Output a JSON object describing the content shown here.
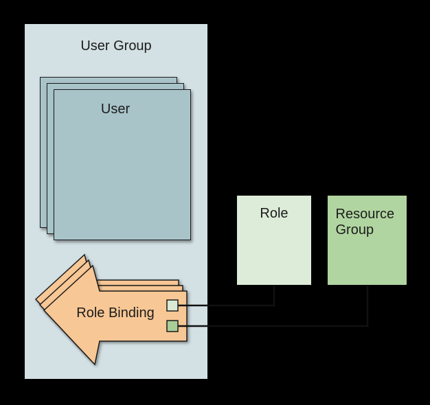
{
  "shapes": {
    "user_group": {
      "label": "User Group",
      "type": "container"
    },
    "user": {
      "label": "User",
      "stack_count": 3
    },
    "role_binding": {
      "label": "Role Binding",
      "stack_count": 3
    },
    "role": {
      "label": "Role"
    },
    "resource_group": {
      "label": "Resource Group"
    }
  },
  "ports": [
    {
      "name": "role-port",
      "links_to": "role"
    },
    {
      "name": "resource-group-port",
      "links_to": "resource_group"
    }
  ],
  "connectors": [
    {
      "from": "role-binding-role-port",
      "to": "role"
    },
    {
      "from": "role-binding-resource-group-port",
      "to": "resource_group"
    }
  ],
  "colors": {
    "background": "#000000",
    "user_group_fill": "#d3e0e4",
    "user_fill": "#a8c4c9",
    "role_binding_fill": "#f7c795",
    "role_fill": "#ddecd8",
    "resource_group_fill": "#b1d5a1",
    "role_port_fill": "#d9e9d4",
    "resource_group_port_fill": "#a9cd98",
    "outline": "#1a1a1a",
    "connector": "#111111",
    "text": "#1c1c1c"
  }
}
